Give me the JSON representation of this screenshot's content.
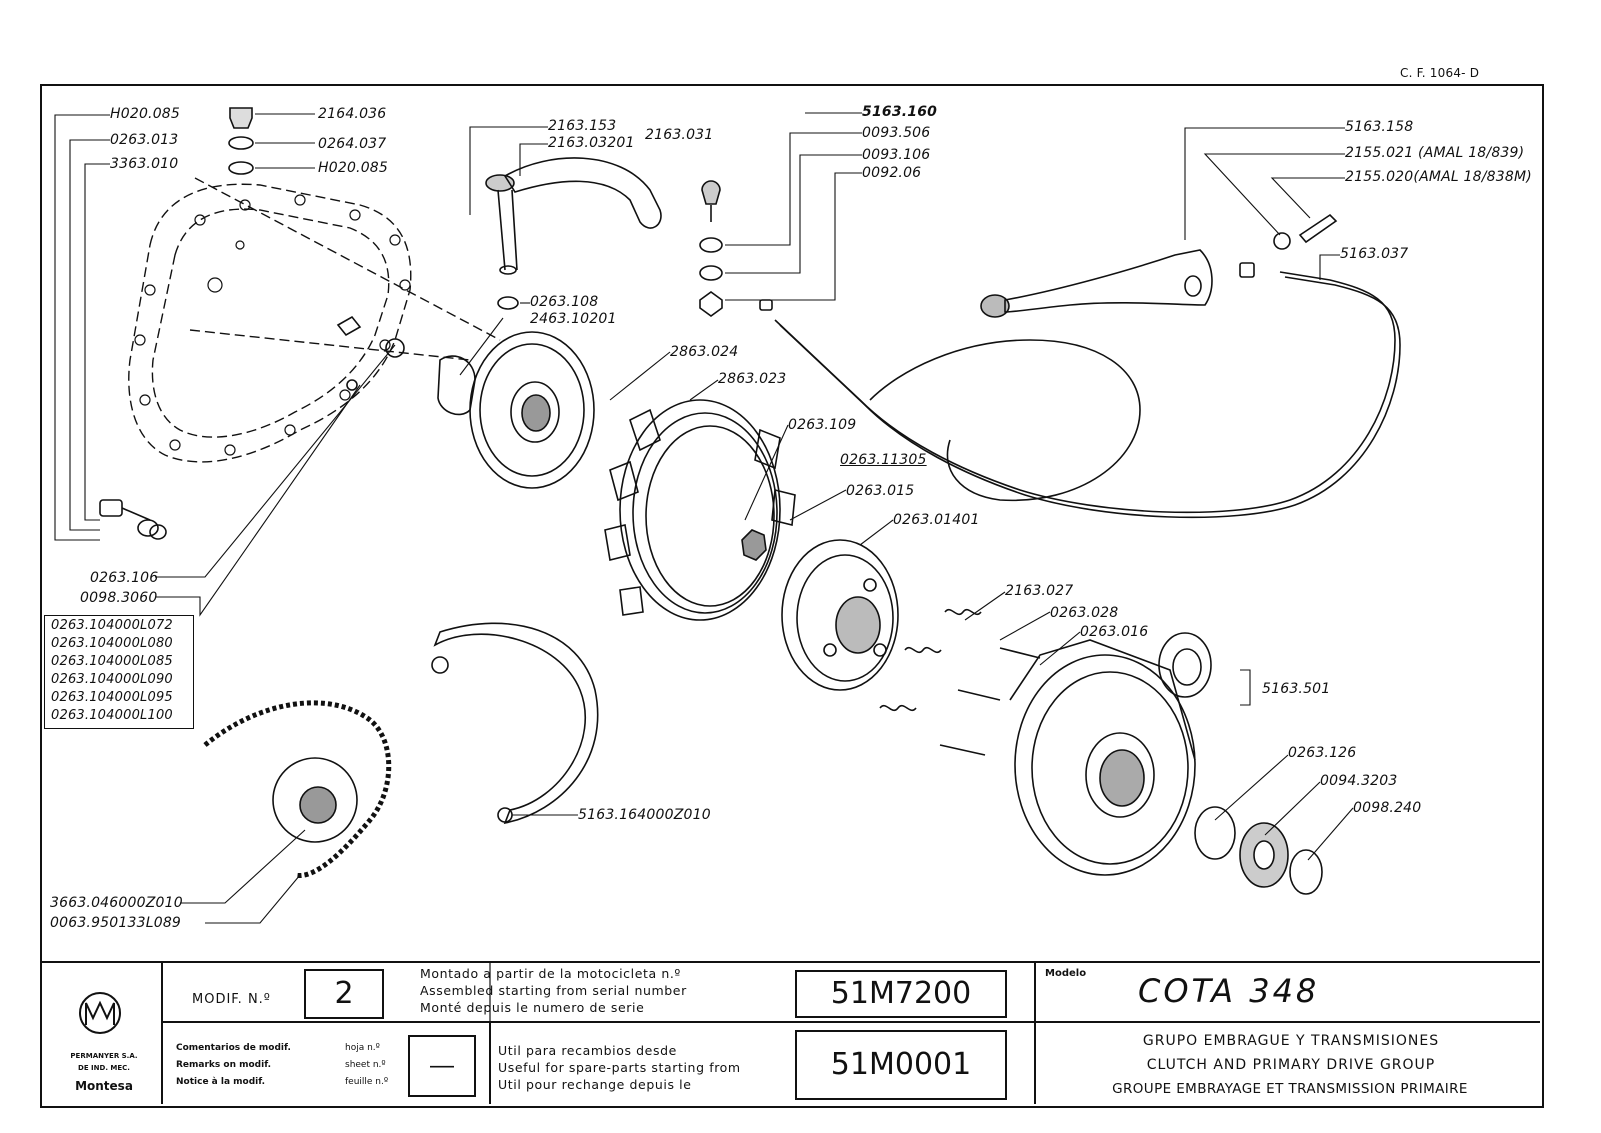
{
  "drawing_code": "C. F. 1064- D",
  "parts": {
    "p_h020085_a": "H020.085",
    "p_0263013": "0263.013",
    "p_3363010": "3363.010",
    "p_2164036": "2164.036",
    "p_0264037": "0264.037",
    "p_h020085_b": "H020.085",
    "p_2163153": "2163.153",
    "p_216303201": "2163.03201",
    "p_2163031": "2163.031",
    "p_0263108": "0263.108",
    "p_246310201": "2463.10201",
    "p_5163160": "5163.160",
    "p_0093506": "0093.506",
    "p_0093106": "0093.106",
    "p_009206": "0092.06",
    "p_5163158": "5163.158",
    "p_2155021": "2155.021 (AMAL 18/839)",
    "p_2155020": "2155.020(AMAL 18/838M)",
    "p_5163037": "5163.037",
    "p_2863024": "2863.024",
    "p_2863023": "2863.023",
    "p_0263109": "0263.109",
    "p_026311305": "0263.11305",
    "p_0263015": "0263.015",
    "p_026301401": "0263.01401",
    "p_2163027": "2163.027",
    "p_0263028": "0263.028",
    "p_0263016": "0263.016",
    "p_5163501": "5163.501",
    "p_0263126": "0263.126",
    "p_00943203": "0094.3203",
    "p_0098240": "0098.240",
    "p_0263106": "0263.106",
    "p_00983060": "0098.3060",
    "p_5163164": "5163.164000Z010",
    "p_3663046": "3663.046000Z010",
    "p_0063950": "0063.950133L089"
  },
  "spring_list": [
    "0263.104000L072",
    "0263.104000L080",
    "0263.104000L085",
    "0263.104000L090",
    "0263.104000L095",
    "0263.104000L100"
  ],
  "title_block": {
    "modif_label": "MODIF. N.º",
    "modif_value": "2",
    "assembled_es": "Montado a partir de la motocicleta n.º",
    "assembled_en": "Assembled starting from serial number",
    "assembled_fr": "Monté depuis le numero de serie",
    "serial_from": "51M7200",
    "modelo_label": "Modelo",
    "model_name": "COTA 348",
    "comment_es": "Comentarios de modif.",
    "comment_en": "Remarks on modif.",
    "comment_fr": "Notice à la modif.",
    "hoja": "hoja n.º",
    "sheet": "sheet n.º",
    "feuille": "feuille n.º",
    "sheet_value": "—",
    "util_es": "Util para recambios desde",
    "util_en": "Useful for spare-parts starting from",
    "util_fr": "Util pour rechange depuis le",
    "serial_spare": "51M0001",
    "group_es": "GRUPO EMBRAGUE Y TRANSMISIONES",
    "group_en": "CLUTCH AND PRIMARY DRIVE GROUP",
    "group_fr": "GROUPE EMBRAYAGE ET TRANSMISSION PRIMAIRE",
    "company_1": "PERMANYER S.A.",
    "company_2": "DE IND. MEC.",
    "brand": "Montesa"
  }
}
